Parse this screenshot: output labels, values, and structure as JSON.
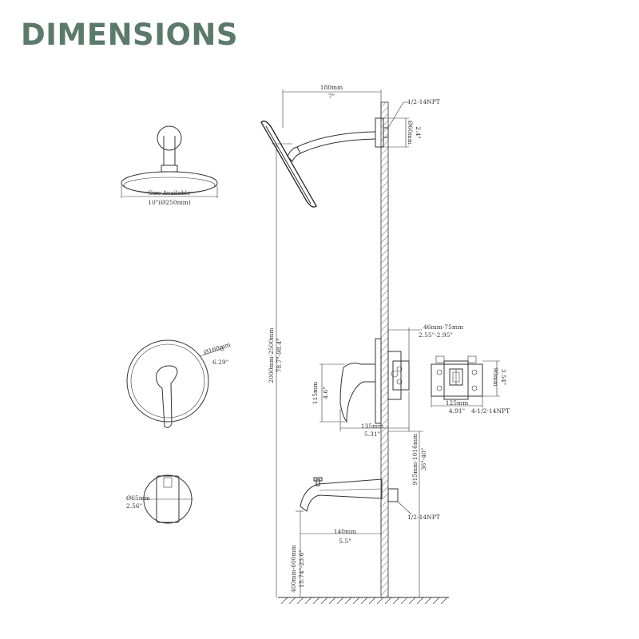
{
  "title": "DIMENSIONS",
  "colors": {
    "title": "#5b7a6a",
    "lines": "#333333"
  },
  "showerhead_size": {
    "caption": "Size Available",
    "diameter": "10\"(Ø250mm)"
  },
  "shower_arm": {
    "reach_mm": "180mm",
    "reach_in": "7\"",
    "thread": "1/2-14NPT",
    "flange_mm": "Ø60mm",
    "flange_in": "2.4\""
  },
  "height_range": {
    "mm": "2000mm-2500mm",
    "in": "78.7\"-98.4\""
  },
  "valve_depth": {
    "mm": "46mm-75mm",
    "in": "2.55\"-2.95\""
  },
  "handle_height": {
    "mm": "115mm",
    "in": "4.6\""
  },
  "handle_reach": {
    "mm": "135mm",
    "in": "5.31\""
  },
  "trim_plate": {
    "mm": "Ø160mm",
    "in": "6.29\""
  },
  "valve_box": {
    "height_mm": "90mm",
    "height_in": "3.54\"",
    "width_mm": "125mm",
    "width_in": "4.91\"",
    "thread": "4-1/2-14NPT"
  },
  "spout_height": {
    "mm": "915mm-1016mm",
    "in": "36\"-40\""
  },
  "spout": {
    "reach_mm": "140mm",
    "reach_in": "5.5\"",
    "thread": "1/2-14NPT",
    "flange_mm": "Ø65mm",
    "flange_in": "2.56\""
  },
  "tub_height": {
    "mm": "400mm-600mm",
    "in": "15.74\"-23.6\""
  }
}
